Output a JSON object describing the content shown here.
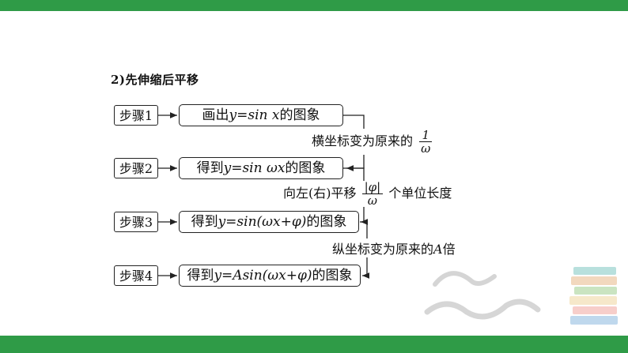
{
  "colors": {
    "bar": "#2f9b47",
    "line": "#222222"
  },
  "subtitle": "2)先伸缩后平移",
  "steps": [
    {
      "label": "步骤1",
      "desc_pre": "画出",
      "desc_math": "y=sin x",
      "desc_post": "的图象"
    },
    {
      "label": "步骤2",
      "desc_pre": "得到",
      "desc_math": "y=sin ωx",
      "desc_post": "的图象"
    },
    {
      "label": "步骤3",
      "desc_pre": "得到",
      "desc_math": "y=sin(ωx+φ)",
      "desc_post": "的图象"
    },
    {
      "label": "步骤4",
      "desc_pre": "得到",
      "desc_math": "y=Asin(ωx+φ)",
      "desc_post": "的图象"
    }
  ],
  "transforms": [
    {
      "pre": "横坐标变为原来的",
      "frac_num": "1",
      "frac_den": "ω",
      "post": ""
    },
    {
      "pre": "向左(右)平移",
      "frac_num": "|φ|",
      "frac_den": "ω",
      "post": "个单位长度"
    },
    {
      "pre": "纵坐标变为原来的",
      "math": "A",
      "post": "倍"
    }
  ],
  "watermark_icon": "books-stack-icon"
}
